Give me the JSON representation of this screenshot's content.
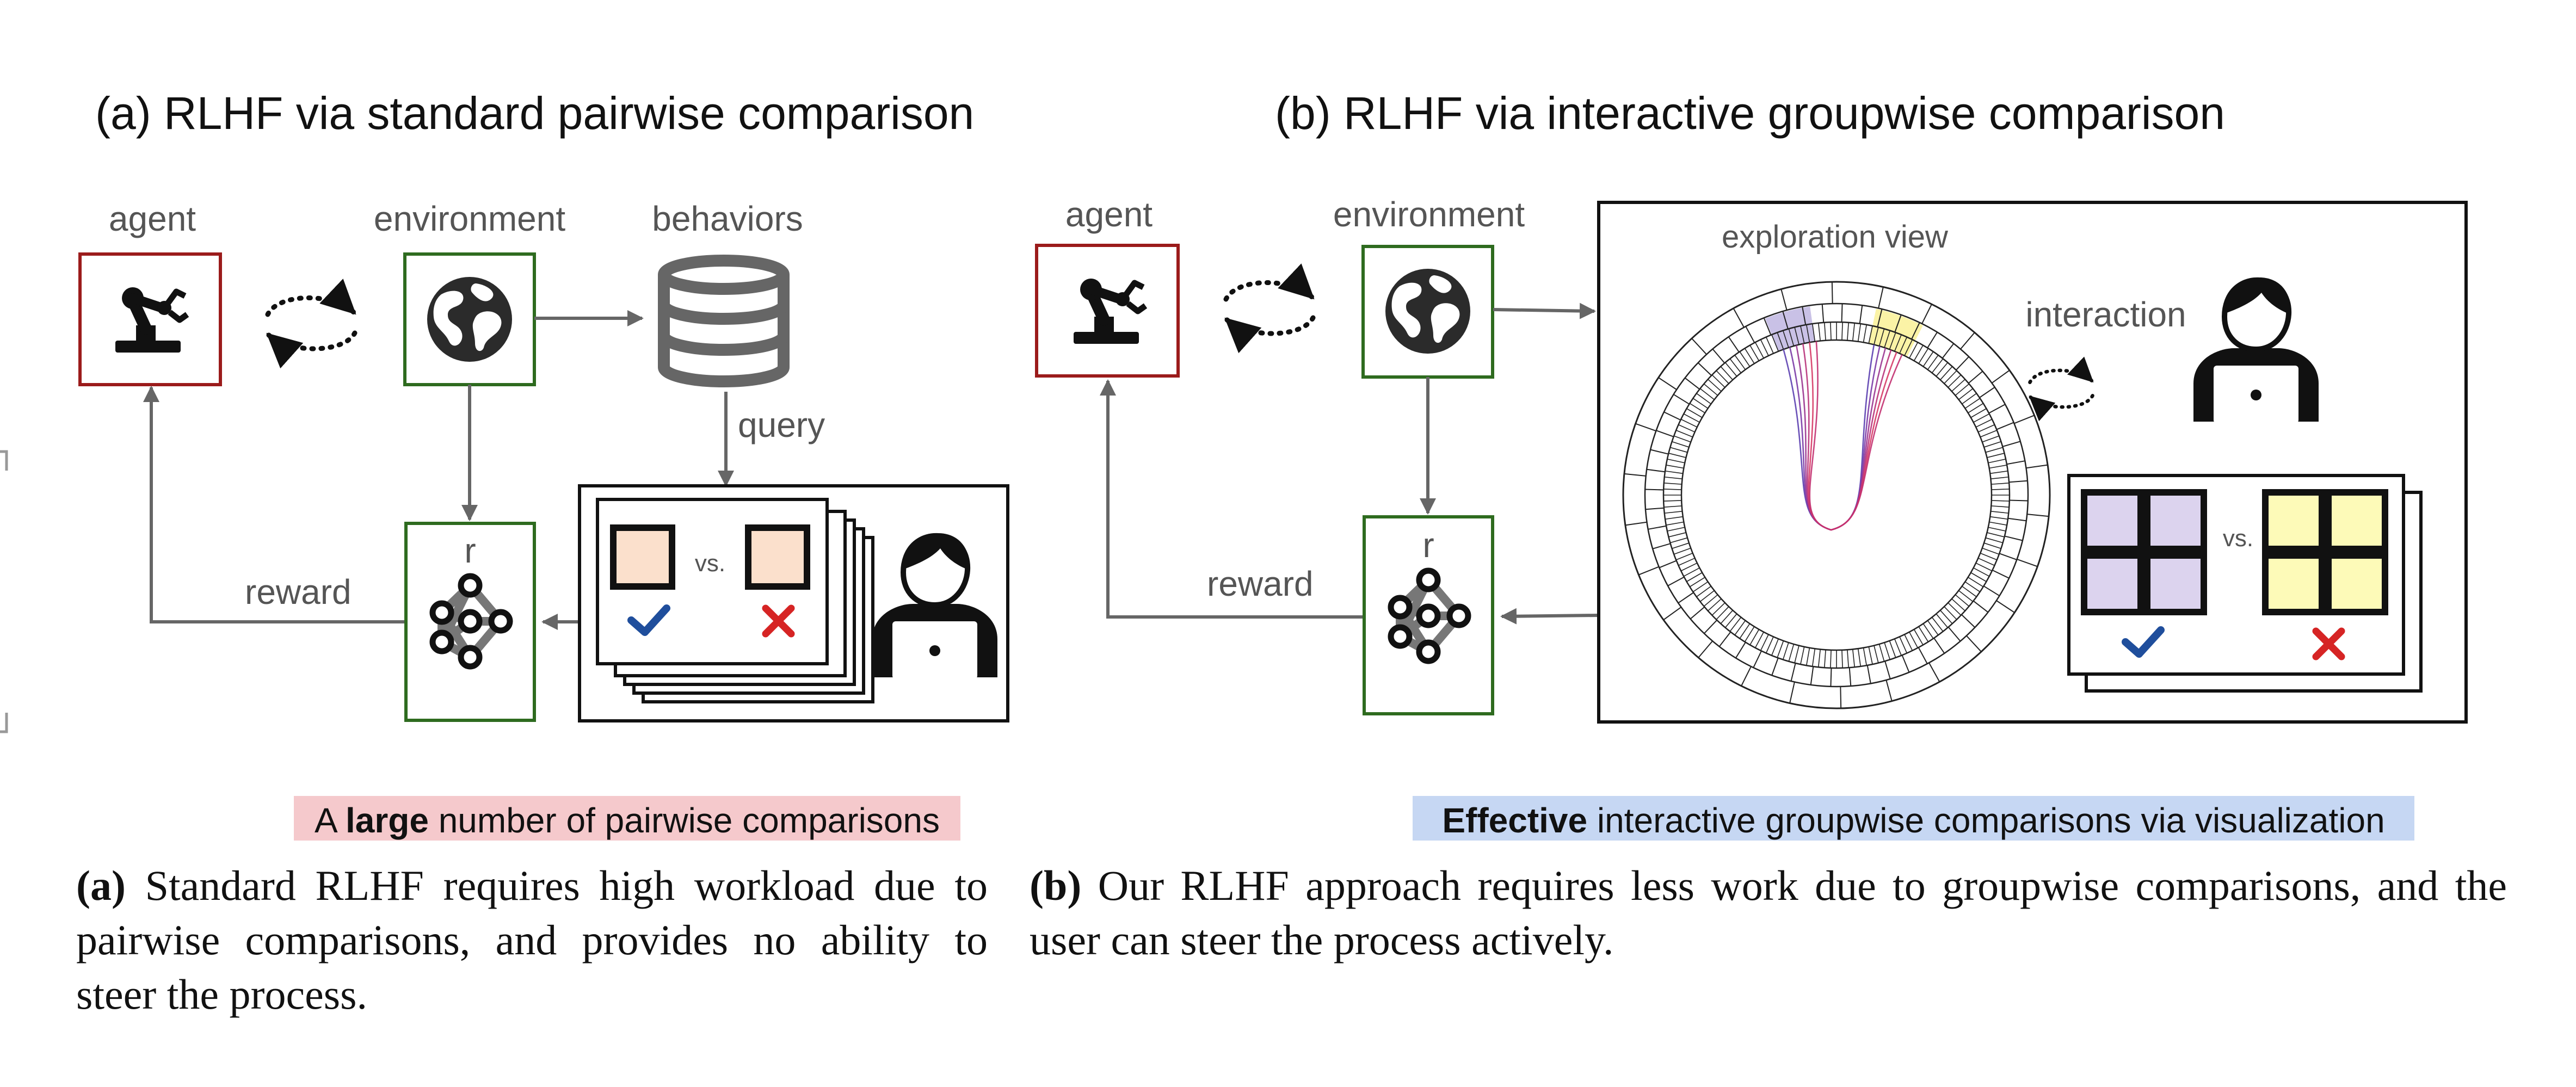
{
  "panel_a": {
    "title": "(a) RLHF via standard pairwise comparison",
    "agent_label": "agent",
    "environment_label": "environment",
    "behaviors_label": "behaviors",
    "query_label": "query",
    "reward_label": "reward",
    "reward_model_label": "r",
    "vs_label": "vs.",
    "highlight_bold": "large",
    "highlight_before": "A",
    "highlight_after": "number of pairwise comparisons",
    "highlight_color": "#f5c9cc",
    "caption_tag": "(a)",
    "caption_text": "Standard RLHF requires high workload due to pairwise comparisons, and provides no ability to steer the process."
  },
  "panel_b": {
    "title": "(b) RLHF via interactive groupwise comparison",
    "agent_label": "agent",
    "environment_label": "environment",
    "exploration_label": "exploration view",
    "interaction_label": "interaction",
    "reward_label": "reward",
    "reward_model_label": "r",
    "vs_label": "vs.",
    "highlight_bold": "Effective",
    "highlight_after": "interactive groupwise comparisons via visualization",
    "highlight_color": "#c6d7f3",
    "caption_tag": "(b)",
    "caption_text": "Our RLHF approach requires less work due to groupwise comparisons, and the user can steer the process actively."
  },
  "colors": {
    "agent_border": "#9b1b1b",
    "env_border": "#2e6b1f",
    "arrow": "#666666",
    "check": "#1f4e9c",
    "cross": "#d62424",
    "pair_fill": "#fbe0cc",
    "group_a_fill": "#dcd3ee",
    "group_b_fill": "#fdfab8"
  },
  "icons": [
    "robot-arm-icon",
    "globe-icon",
    "database-icon",
    "neural-network-icon",
    "person-laptop-icon",
    "check-icon",
    "cross-icon",
    "cycle-arrows-icon"
  ]
}
